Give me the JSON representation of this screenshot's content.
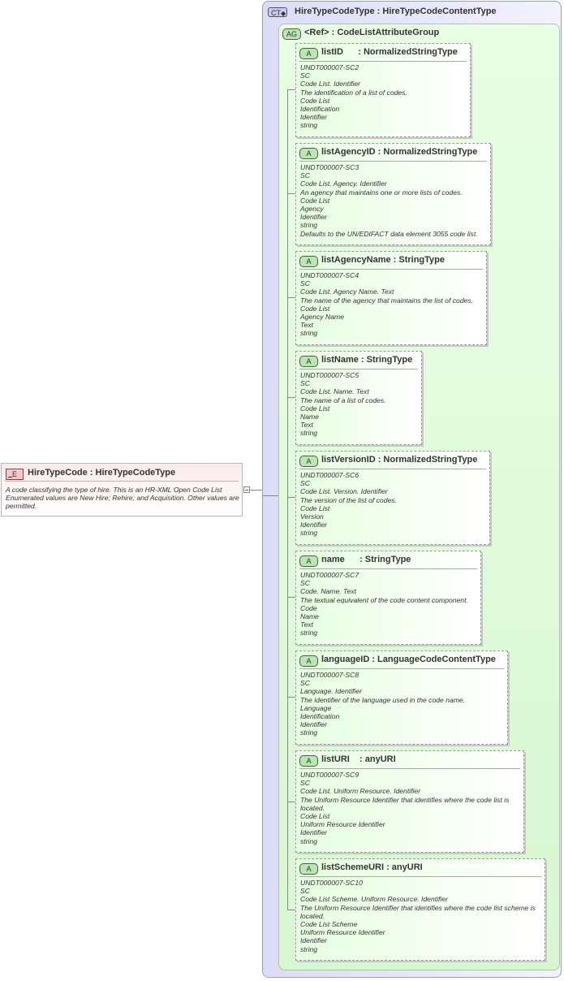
{
  "element": {
    "badge": "E",
    "title": "HireTypeCode : HireTypeCodeType",
    "doc": "A code classifying the type of hire. This is an HR-XML Open Code List Enumerated values are New Hire; Rehire; and Acquisition. Other values are permitted."
  },
  "complex_type": {
    "badge": "CT",
    "title": "HireTypeCodeType : HireTypeCodeContentType"
  },
  "attribute_group": {
    "badge": "AG",
    "title": "<Ref>     : CodeListAttributeGroup"
  },
  "attributes": [
    {
      "badge": "A",
      "title": "listID      : NormalizedStringType",
      "lines": [
        "UNDT000007-SC2",
        "SC",
        "Code List. Identifier",
        "The identification of a list of codes.",
        "Code List",
        "Identification",
        "Identifier",
        "string"
      ]
    },
    {
      "badge": "A",
      "title": "listAgencyID : NormalizedStringType",
      "lines": [
        "UNDT000007-SC3",
        "SC",
        "Code List. Agency. Identifier",
        "An agency that maintains one or more lists of codes.",
        "Code List",
        "Agency",
        "Identifier",
        "string",
        "Defaults to the UN/EDIFACT data element 3055 code list."
      ]
    },
    {
      "badge": "A",
      "title": "listAgencyName : StringType",
      "lines": [
        "UNDT000007-SC4",
        "SC",
        "Code List. Agency Name. Text",
        "The name of the agency that maintains the list of codes.",
        "Code List",
        "Agency Name",
        "Text",
        "string"
      ]
    },
    {
      "badge": "A",
      "title": "listName : StringType",
      "lines": [
        "UNDT000007-SC5",
        "SC",
        "Code List. Name. Text",
        "The name of a list of codes.",
        "Code List",
        "Name",
        "Text",
        "string"
      ]
    },
    {
      "badge": "A",
      "title": "listVersionID : NormalizedStringType",
      "lines": [
        "UNDT000007-SC6",
        "SC",
        "Code List. Version. Identifier",
        "The version of the list of codes.",
        "Code List",
        "Version",
        "Identifier",
        "string"
      ]
    },
    {
      "badge": "A",
      "title": "name      : StringType",
      "lines": [
        "UNDT000007-SC7",
        "SC",
        "Code. Name. Text",
        "The textual equivalent of the code content component.",
        "Code",
        "Name",
        "Text",
        "string"
      ]
    },
    {
      "badge": "A",
      "title": "languageID : LanguageCodeContentType",
      "lines": [
        "UNDT000007-SC8",
        "SC",
        "Language. Identifier",
        "The identifier of the language used in the code name.",
        "Language",
        "Identification",
        "Identifier",
        "string"
      ]
    },
    {
      "badge": "A",
      "title": "listURI    : anyURI",
      "lines": [
        "UNDT000007-SC9",
        "SC",
        "Code List. Uniform Resource. Identifier",
        "The Uniform Resource Identifier that identifies where the code list is located.",
        "Code List",
        "Uniform Resource Identifier",
        "Identifier",
        "string"
      ]
    },
    {
      "badge": "A",
      "title": "listSchemeURI : anyURI",
      "lines": [
        "UNDT000007-SC10",
        "SC",
        "Code List Scheme. Uniform Resource. Identifier",
        "The Uniform Resource Identifier that identifies where the code list scheme is located.",
        "Code List Scheme",
        "Uniform Resource Identifier",
        "Identifier",
        "string"
      ]
    }
  ]
}
